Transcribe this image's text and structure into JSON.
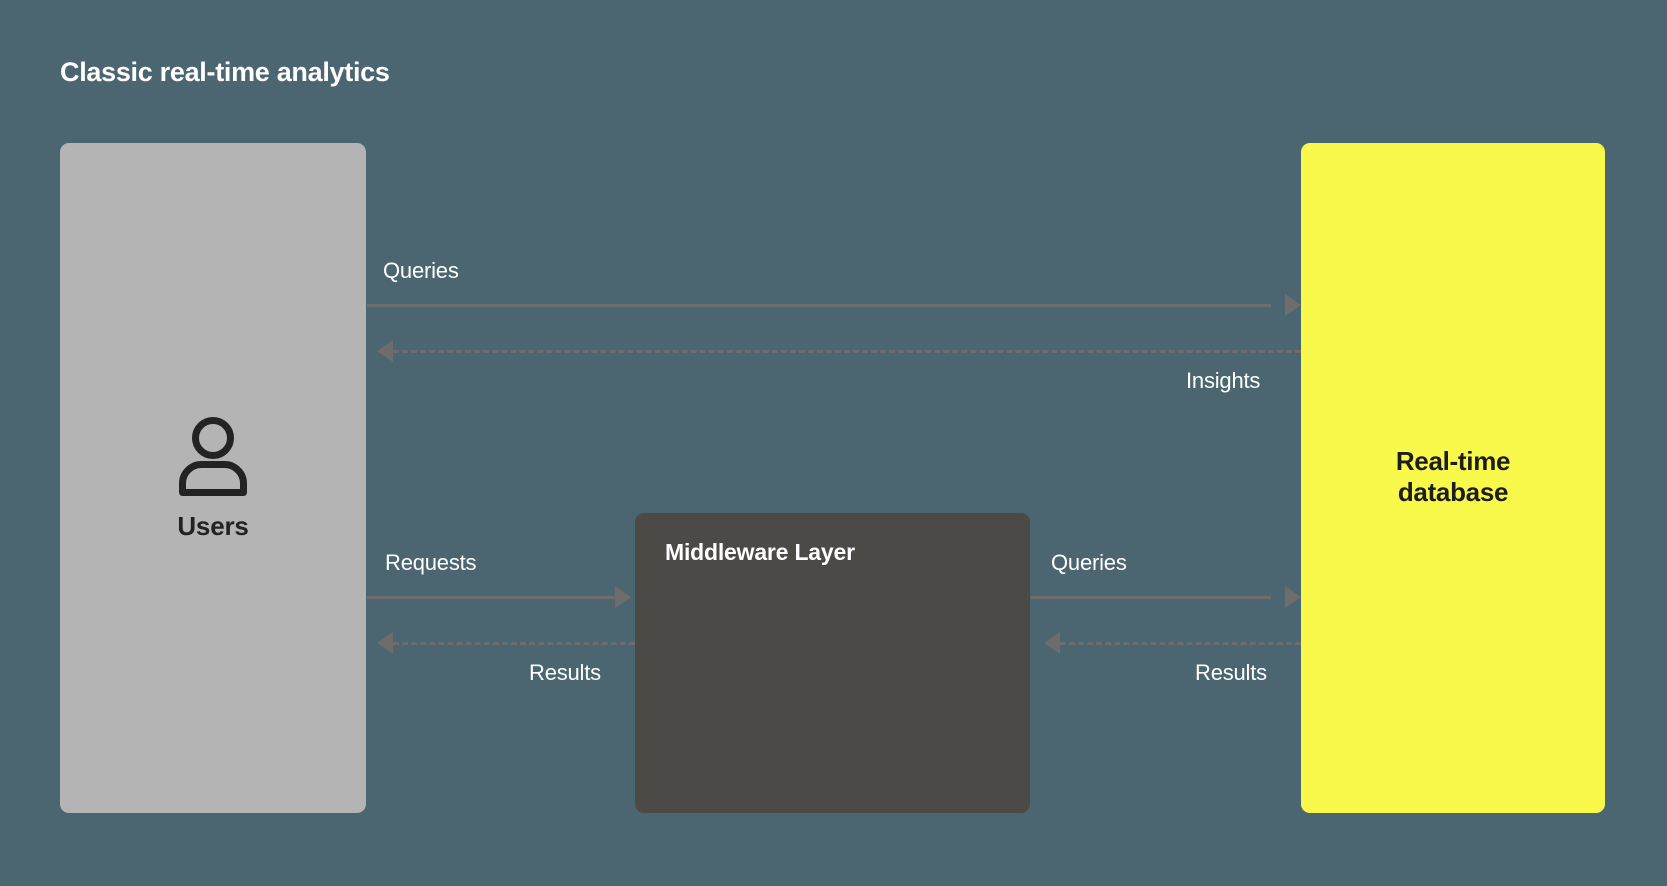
{
  "diagram": {
    "title": "Classic real-time analytics",
    "background_color": "#4b6670",
    "nodes": {
      "users": {
        "label": "Users",
        "icon": "user-icon",
        "color": "#b4b4b4"
      },
      "middleware": {
        "label": "Middleware Layer",
        "color": "#4c4a47"
      },
      "database": {
        "label_line1": "Real-time",
        "label_line2": "database",
        "color": "#f9f94b"
      }
    },
    "edges": [
      {
        "id": "users-to-database-queries",
        "label": "Queries",
        "from": "users",
        "to": "database",
        "direction": "right",
        "style": "solid"
      },
      {
        "id": "database-to-users-insights",
        "label": "Insights",
        "from": "database",
        "to": "users",
        "direction": "left",
        "style": "dashed"
      },
      {
        "id": "users-to-middleware-requests",
        "label": "Requests",
        "from": "users",
        "to": "middleware",
        "direction": "right",
        "style": "solid"
      },
      {
        "id": "middleware-to-users-results",
        "label": "Results",
        "from": "middleware",
        "to": "users",
        "direction": "left",
        "style": "dashed"
      },
      {
        "id": "middleware-to-database-queries",
        "label": "Queries",
        "from": "middleware",
        "to": "database",
        "direction": "right",
        "style": "solid"
      },
      {
        "id": "database-to-middleware-results",
        "label": "Results",
        "from": "database",
        "to": "middleware",
        "direction": "left",
        "style": "dashed"
      }
    ],
    "edge_color": "#6d6d6d"
  }
}
